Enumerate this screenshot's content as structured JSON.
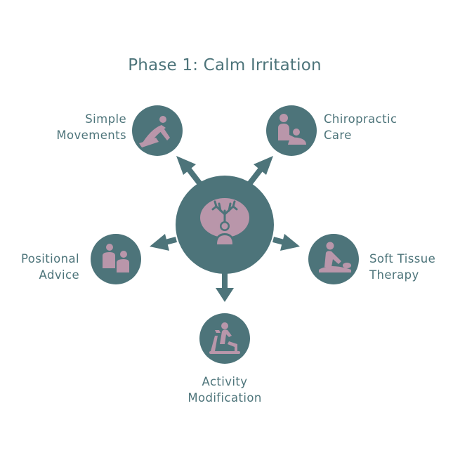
{
  "title": "Phase 1: Calm Irritation",
  "colors": {
    "teal": "#4d747a",
    "mauve": "#b996aa",
    "background": "#ffffff"
  },
  "center": {
    "icon": "person-brain-tree-icon"
  },
  "nodes": [
    {
      "id": "simple-movements",
      "lines": [
        "Simple",
        "Movements"
      ],
      "icon": "yoga-stretch-icon"
    },
    {
      "id": "chiropractic-care",
      "lines": [
        "Chiropractic",
        "Care"
      ],
      "icon": "chiropractor-patient-icon"
    },
    {
      "id": "positional-advice",
      "lines": [
        "Positional",
        "Advice"
      ],
      "icon": "two-people-advice-icon"
    },
    {
      "id": "soft-tissue-therapy",
      "lines": [
        "Soft Tissue",
        "Therapy"
      ],
      "icon": "massage-therapy-icon"
    },
    {
      "id": "activity-modification",
      "lines": [
        "Activity",
        "Modification"
      ],
      "icon": "exercise-bike-icon"
    }
  ]
}
